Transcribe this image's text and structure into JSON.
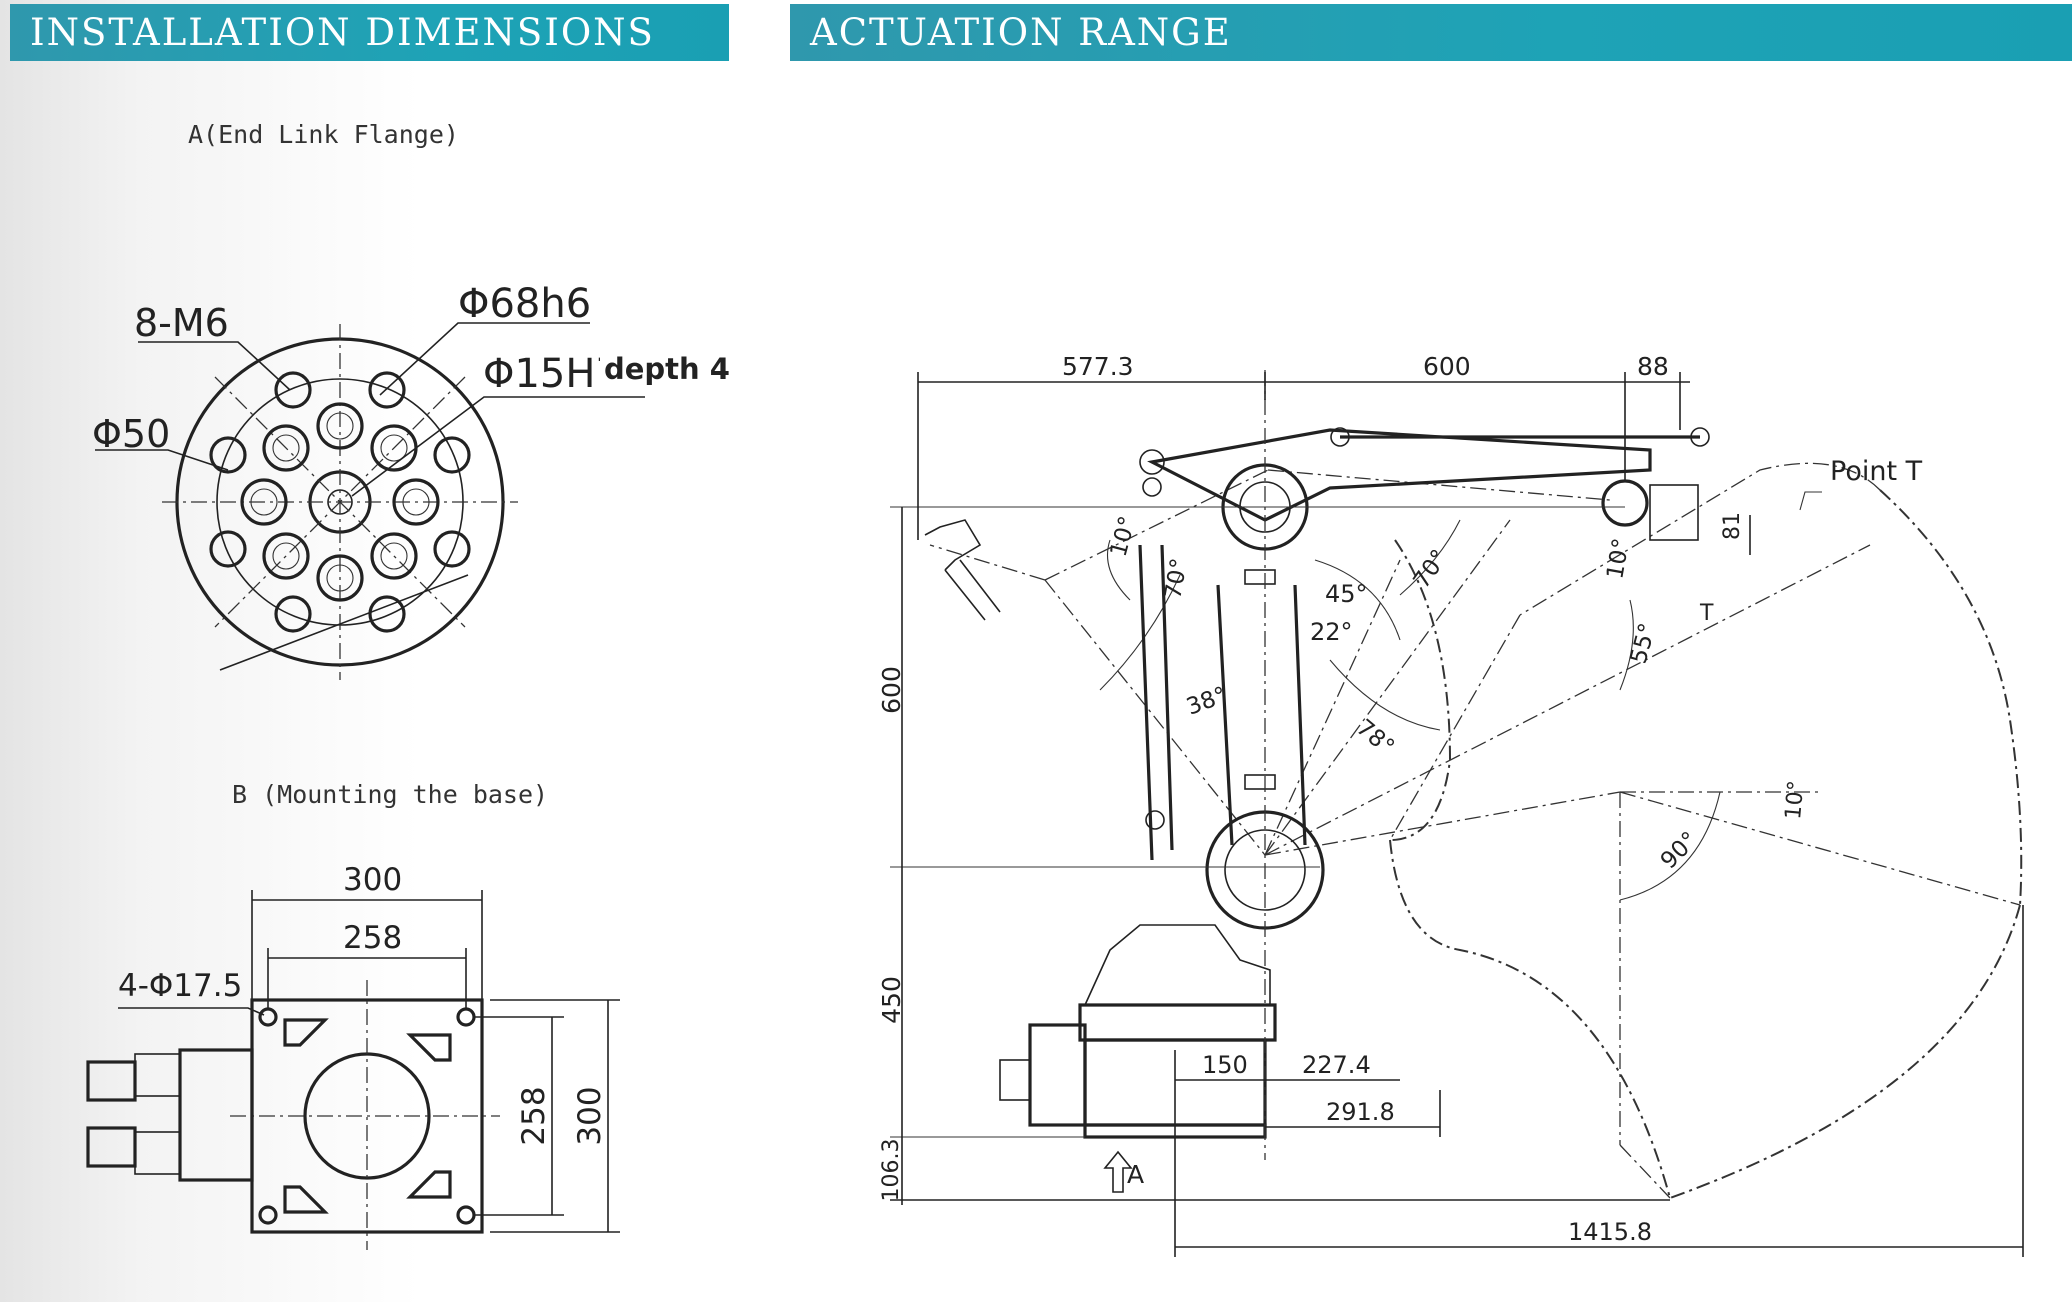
{
  "headers": {
    "installation": "INSTALLATION DIMENSIONS",
    "actuation": "ACTUATION RANGE"
  },
  "flange": {
    "caption": "A(End Link Flange)",
    "holes": "8-M6",
    "outer_dia": "Φ68h6",
    "center_dia": "Φ15H7",
    "center_depth": "depth 4",
    "pcd": "Φ50"
  },
  "base": {
    "caption": "B (Mounting the base)",
    "width_outer": "300",
    "width_inner": "258",
    "holes": "4-Φ17.5",
    "height_inner": "258",
    "height_outer": "300"
  },
  "range": {
    "dim_577": "577.3",
    "dim_600_top": "600",
    "dim_88": "88",
    "point_t": "Point T",
    "dim_81": "81",
    "t_mark": "T",
    "dim_600_side": "600",
    "dim_450": "450",
    "dim_106": "106.3",
    "view_a": "A",
    "dim_150": "150",
    "dim_227": "227.4",
    "dim_291": "291.8",
    "dim_1415": "1415.8",
    "angle_10a": "10°",
    "angle_70a": "70°",
    "angle_45": "45°",
    "angle_22": "22°",
    "angle_70b": "70°",
    "angle_10b": "10°",
    "angle_55": "55°",
    "angle_38": "38°",
    "angle_78": "78°",
    "angle_10c": "10°",
    "angle_90": "90°"
  }
}
